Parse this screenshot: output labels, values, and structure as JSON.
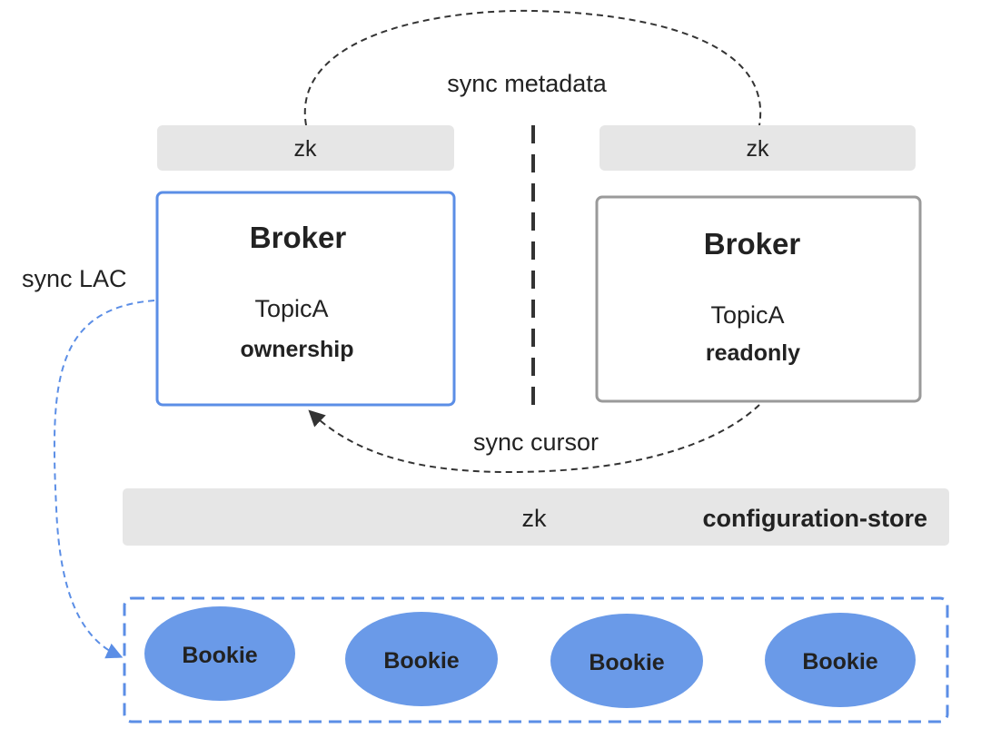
{
  "labels": {
    "sync_metadata": "sync metadata",
    "sync_lac": "sync LAC",
    "sync_cursor": "sync cursor"
  },
  "zk_left": {
    "label": "zk"
  },
  "zk_right": {
    "label": "zk"
  },
  "zk_bottom": {
    "label": "zk",
    "sublabel": "configuration-store"
  },
  "broker_left": {
    "title": "Broker",
    "topic": "TopicA",
    "role": "ownership"
  },
  "broker_right": {
    "title": "Broker",
    "topic": "TopicA",
    "role": "readonly"
  },
  "bookies": [
    {
      "label": "Bookie"
    },
    {
      "label": "Bookie"
    },
    {
      "label": "Bookie"
    },
    {
      "label": "Bookie"
    }
  ],
  "colors": {
    "accent_blue": "#5b8ee6",
    "bookie_fill": "#6a9ae8",
    "broker_right_border": "#9a9a9a",
    "zk_fill": "#e6e6e6",
    "arrow_dark": "#333333"
  }
}
